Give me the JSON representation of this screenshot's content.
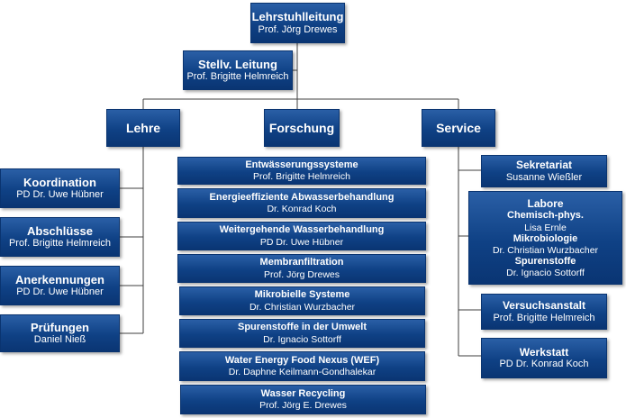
{
  "head": {
    "title": "Lehrstuhlleitung",
    "person": "Prof. Jörg Drewes"
  },
  "deputy": {
    "title": "Stellv. Leitung",
    "person": "Prof. Brigitte Helmreich"
  },
  "departments": {
    "lehre": "Lehre",
    "forschung": "Forschung",
    "service": "Service"
  },
  "lehre": [
    {
      "title": "Koordination",
      "person": "PD Dr. Uwe Hübner"
    },
    {
      "title": "Abschlüsse",
      "person": "Prof. Brigitte Helmreich"
    },
    {
      "title": "Anerkennungen",
      "person": "PD Dr. Uwe Hübner"
    },
    {
      "title": "Prüfungen",
      "person": "Daniel Nieß"
    }
  ],
  "forschung": [
    {
      "title": "Entwässerungssysteme",
      "person": "Prof. Brigitte Helmreich"
    },
    {
      "title": "Energieeffiziente Abwasserbehandlung",
      "person": "Dr. Konrad Koch"
    },
    {
      "title": "Weitergehende Wasserbehandlung",
      "person": "PD Dr. Uwe Hübner"
    },
    {
      "title": "Membranfiltration",
      "person": "Prof. Jörg Drewes"
    },
    {
      "title": "Mikrobielle Systeme",
      "person": "Dr. Christian Wurzbacher"
    },
    {
      "title": "Spurenstoffe in der Umwelt",
      "person": "Dr. Ignacio Sottorff"
    },
    {
      "title": "Water Energy Food Nexus (WEF)",
      "person": "Dr. Daphne Keilmann-Gondhalekar"
    },
    {
      "title": "Wasser Recycling",
      "person": "Prof. Jörg E. Drewes"
    }
  ],
  "service": {
    "sekretariat": {
      "title": "Sekretariat",
      "person": "Susanne Wießler"
    },
    "labore": {
      "title": "Labore",
      "groups": [
        {
          "title": "Chemisch-phys.",
          "person": "Lisa Ernle"
        },
        {
          "title": "Mikrobiologie",
          "person": "Dr. Christian Wurzbacher"
        },
        {
          "title": "Spurenstoffe",
          "person": "Dr. Ignacio Sottorff"
        }
      ]
    },
    "versuchsanstalt": {
      "title": "Versuchsanstalt",
      "person": "Prof. Brigitte Helmreich"
    },
    "werkstatt": {
      "title": "Werkstatt",
      "person": "PD Dr. Konrad Koch"
    }
  }
}
